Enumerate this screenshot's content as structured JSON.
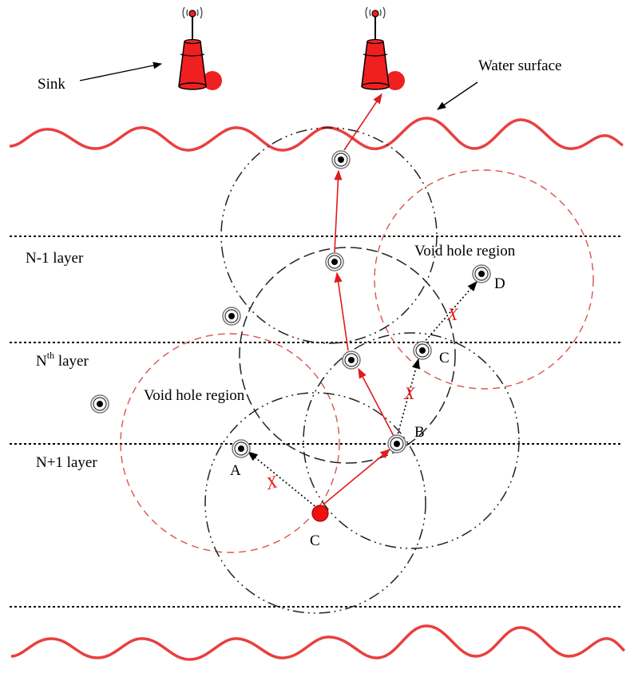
{
  "labels": {
    "sink": "Sink",
    "water_surface": "Water surface",
    "layer_n_minus_1": "N-1 layer",
    "layer_n_prefix": "N",
    "layer_n_superscript": "th",
    "layer_n_suffix": " layer",
    "layer_n_plus_1": "N+1 layer",
    "void_hole_right": "Void hole region",
    "void_hole_left": "Void hole region",
    "node_a": "A",
    "node_b": "B",
    "node_c_mid": "C",
    "node_c_source": "C",
    "node_d": "D",
    "failed_link_mark": "X"
  },
  "colors": {
    "water": "#e8403f",
    "route": "#e21b1b",
    "void_circle": "#d9534f",
    "range_circle": "#222222",
    "sink_body": "#f02020",
    "node_ring": "#555555",
    "node_core": "#000000"
  },
  "icons": {
    "sink": "buoy-sink-antenna-icon",
    "node": "sensor-node-icon",
    "source": "source-node-icon"
  }
}
